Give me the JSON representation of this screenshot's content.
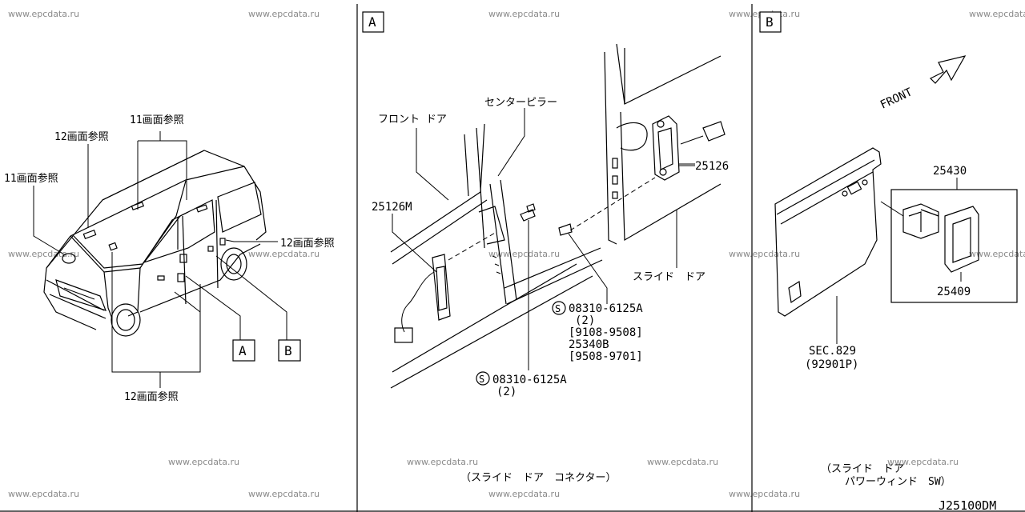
{
  "watermarks": {
    "text": "www.epcdata.ru",
    "positions_count": 18
  },
  "diagram_code": "J25100DM",
  "panel_left": {
    "ref_11_top": "11画面参照",
    "ref_12_top": "12画面参照",
    "ref_11_left": "11画面参照",
    "ref_12_right": "12画面参照",
    "ref_12_bottom": "12画面参照",
    "callout_a": "A",
    "callout_b": "B"
  },
  "panel_a": {
    "tag": "A",
    "front_door": "フロント ドア",
    "center_pillar": "センターピラー",
    "part_25126m": "25126M",
    "part_25126": "25126",
    "slide_door": "スライド　ドア",
    "bolt_top_code": "08310-6125A",
    "bolt_top_qty": "(2)",
    "range_1": "[9108-9508]",
    "part_25340b": "25340B",
    "range_2": "[9508-9701]",
    "bolt_bottom_code": "08310-6125A",
    "bolt_bottom_qty": "(2)",
    "s_symbol": "S",
    "caption": "（スライド　ドア　コネクター）"
  },
  "panel_b": {
    "tag": "B",
    "front_label": "FRONT",
    "part_25430": "25430",
    "part_25409": "25409",
    "sec_ref": "SEC.829",
    "sec_sub": "(92901P)",
    "caption_line1": "（スライド　ドア",
    "caption_line2": "パワーウィンド　SW）"
  }
}
